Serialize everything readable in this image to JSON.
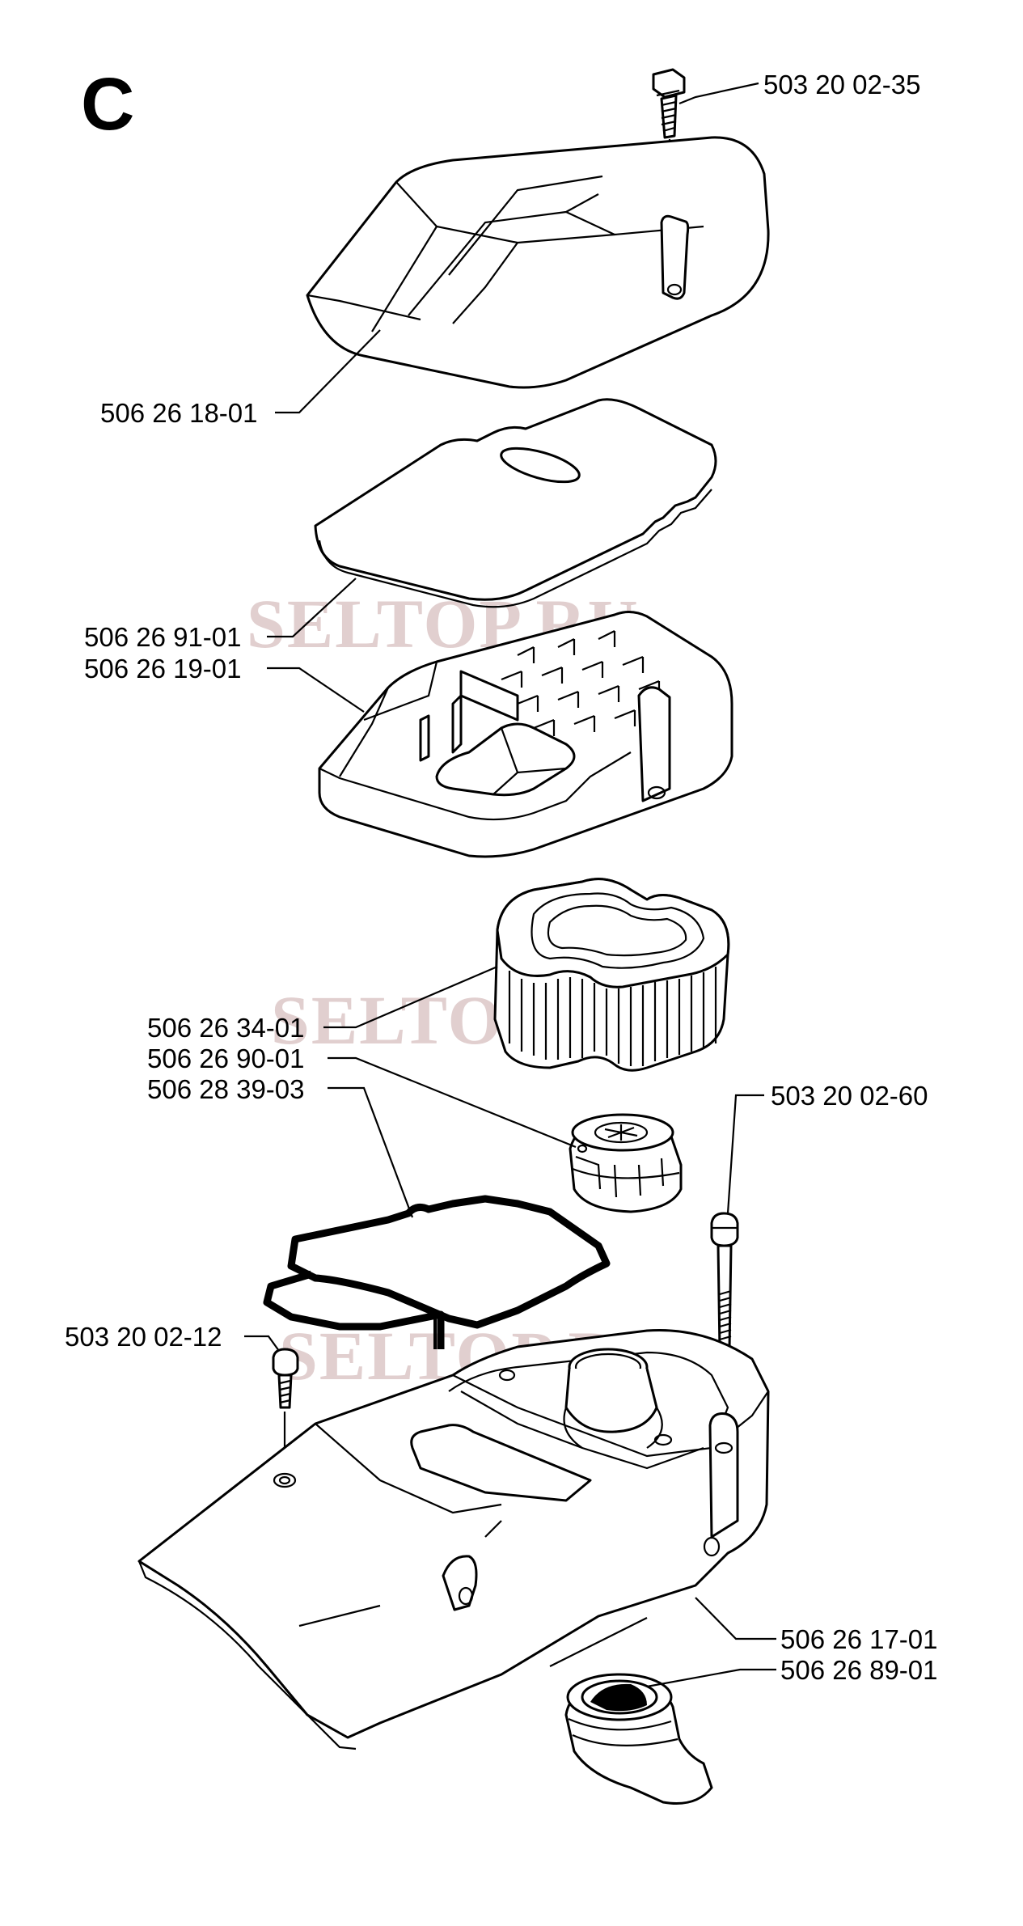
{
  "section_letter": "C",
  "watermarks": [
    "SELTOP.RU",
    "SELTOP.RU",
    "SELTOP.RU"
  ],
  "part_labels": {
    "screw_top": "503 20 02-35",
    "top_cover": "506 26 18-01",
    "pre_filter": "506 26 91-01",
    "filter_holder": "506 26 19-01",
    "air_filter": "506 26 34-01",
    "filter_nut": "506 26 90-01",
    "gasket": "506 28 39-03",
    "long_screw": "503 20 02-60",
    "screw_left": "503 20 02-12",
    "base_cover": "506 26 17-01",
    "grommet": "506 26 89-01"
  },
  "colors": {
    "ink": "#000000",
    "watermark": "#c9a9a9",
    "background": "#ffffff"
  }
}
